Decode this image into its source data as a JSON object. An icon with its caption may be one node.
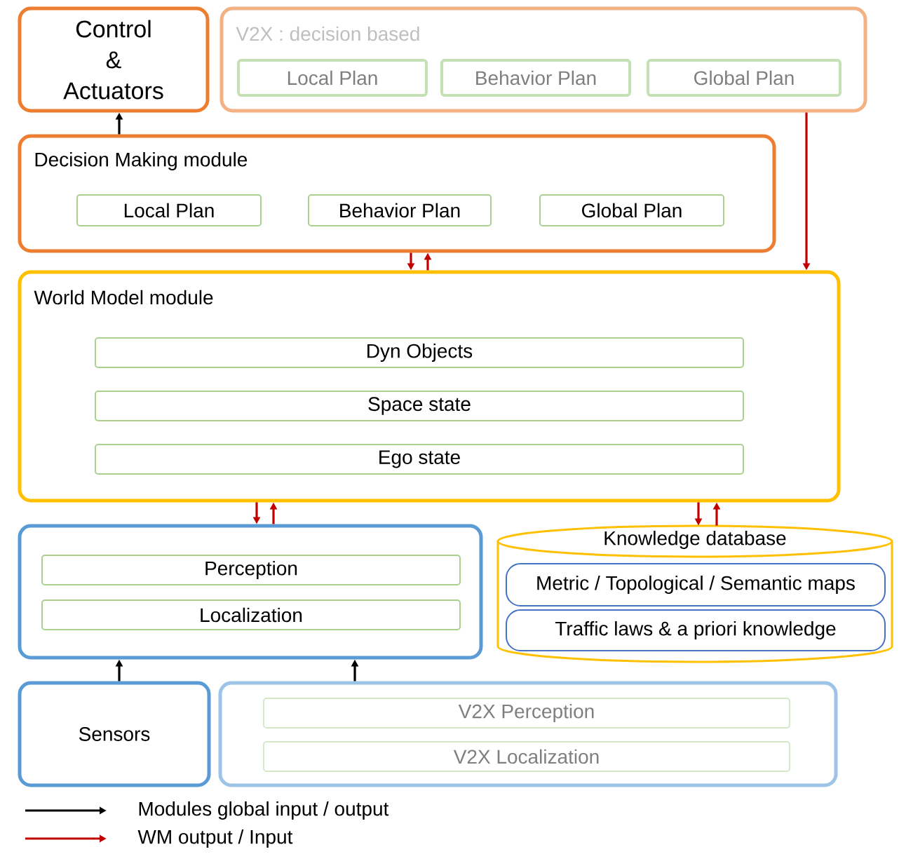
{
  "diagram": {
    "nodes": [
      {
        "text": [
          "Control & Actuators"
        ]
      },
      {
        "text": [
          "V2X : decision based"
        ]
      },
      {
        "text": [
          "Local Plan"
        ],
        "in": 1
      },
      {
        "text": [
          "Behavior Plan"
        ],
        "in": 1
      },
      {
        "text": [
          "Global Plan"
        ],
        "in": 1
      },
      {
        "text": [
          "Decision Making module"
        ]
      },
      {
        "text": [
          "Local Plan"
        ],
        "in": 5
      },
      {
        "text": [
          "Behavior Plan"
        ],
        "in": 5
      },
      {
        "text": [
          "Global Plan"
        ],
        "in": 5
      },
      {
        "text": [
          "World Model module"
        ]
      },
      {
        "text": [
          "Dyn Objects"
        ],
        "in": 9
      },
      {
        "text": [
          "Space state"
        ],
        "in": 9
      },
      {
        "text": [
          "Ego state"
        ],
        "in": 9
      },
      {
        "text": [],
        "shape": "box"
      },
      {
        "text": [
          "Perception"
        ],
        "in": 13
      },
      {
        "text": [
          "Localization"
        ],
        "in": 13
      },
      {
        "text": [
          "Knowledge database"
        ]
      },
      {
        "text": [
          "Metric / Topological / Semantic maps"
        ],
        "in": 16
      },
      {
        "text": [
          "Traffic laws & a priori knowledge"
        ],
        "in": 16
      },
      {
        "text": [
          "Sensors"
        ]
      },
      {
        "text": [],
        "shape": "box"
      },
      {
        "text": [
          "V2X Perception"
        ],
        "in": 20
      },
      {
        "text": [
          "V2X Localization"
        ],
        "in": 20
      }
    ],
    "edges": [
      {
        "from": 5,
        "to": 0,
        "arrow": "to",
        "color": "#000000"
      },
      {
        "from": 5,
        "to": 9,
        "arrow": "to"
      },
      {
        "from": 9,
        "to": 5,
        "arrow": "to"
      },
      {
        "from": 1,
        "to": 9,
        "arrow": "to"
      },
      {
        "from": 9,
        "to": 13,
        "arrow": "to"
      },
      {
        "from": 13,
        "to": 9,
        "arrow": "to"
      },
      {
        "from": 9,
        "to": 16,
        "arrow": "to"
      },
      {
        "from": 16,
        "to": 9,
        "arrow": "to"
      },
      {
        "from": 19,
        "to": 13,
        "arrow": "to",
        "color": "#000000"
      },
      {
        "from": 20,
        "to": 13,
        "arrow": "to",
        "color": "#000000"
      }
    ],
    "legend": [
      {
        "text": "Modules global input / output"
      },
      {
        "text": "WM output / Input"
      }
    ]
  }
}
